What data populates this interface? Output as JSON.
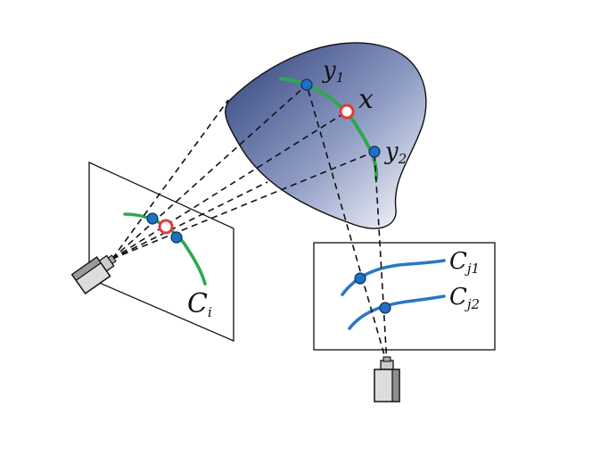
{
  "labels": {
    "y1": {
      "main": "y",
      "sub": "1"
    },
    "x": {
      "main": "x"
    },
    "y2": {
      "main": "y",
      "sub": "2"
    },
    "ci": {
      "main": "C",
      "sub": "i"
    },
    "cj1": {
      "main": "C",
      "sub": "j1"
    },
    "cj2": {
      "main": "C",
      "sub": "j2"
    }
  },
  "colors": {
    "green_curve": "#2fa84f",
    "blue_curve": "#2a78c2",
    "point_fill": "#1e6fc4",
    "highlight_ring": "#e53935",
    "surface_dark": "#2c3e78",
    "surface_light": "#ffffff"
  },
  "icons": {
    "camera_left": "camera-icon",
    "camera_bottom": "camera-icon"
  }
}
